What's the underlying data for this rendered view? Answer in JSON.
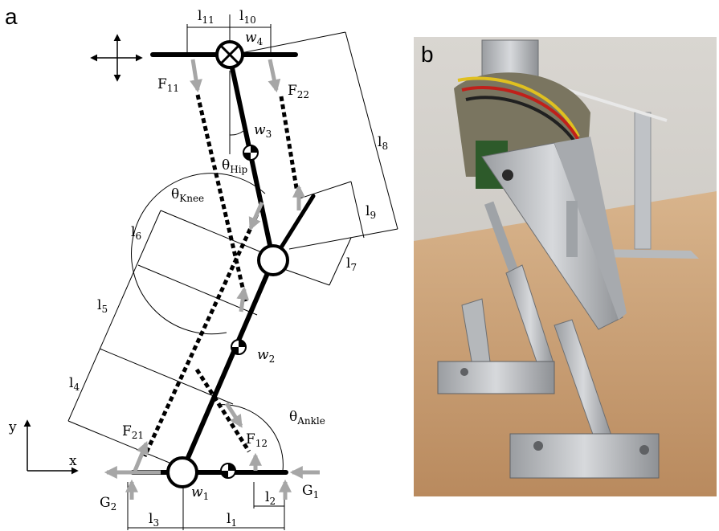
{
  "panels": {
    "a": "a",
    "b": "b"
  },
  "labels": {
    "l11": {
      "main": "l",
      "sub": "11"
    },
    "l10": {
      "main": "l",
      "sub": "10"
    },
    "l8": {
      "main": "l",
      "sub": "8"
    },
    "l9": {
      "main": "l",
      "sub": "9"
    },
    "l7": {
      "main": "l",
      "sub": "7"
    },
    "l6": {
      "main": "l",
      "sub": "6"
    },
    "l5": {
      "main": "l",
      "sub": "5"
    },
    "l4": {
      "main": "l",
      "sub": "4"
    },
    "l3": {
      "main": "l",
      "sub": "3"
    },
    "l1": {
      "main": "l",
      "sub": "1"
    },
    "l2": {
      "main": "l",
      "sub": "2"
    },
    "w4": {
      "main": "w",
      "sub": "4"
    },
    "w3": {
      "main": "w",
      "sub": "3"
    },
    "w2": {
      "main": "w",
      "sub": "2"
    },
    "w1": {
      "main": "w",
      "sub": "1"
    },
    "F11": {
      "main": "F",
      "sub": "11"
    },
    "F22": {
      "main": "F",
      "sub": "22"
    },
    "F21": {
      "main": "F",
      "sub": "21"
    },
    "F12": {
      "main": "F",
      "sub": "12"
    },
    "G1": {
      "main": "G",
      "sub": "1"
    },
    "G2": {
      "main": "G",
      "sub": "2"
    },
    "thetaHip": {
      "main": "θ",
      "sub": "Hip"
    },
    "thetaKnee": {
      "main": "θ",
      "sub": "Knee"
    },
    "thetaAnkle": {
      "main": "θ",
      "sub": "Ankle"
    }
  },
  "axes": {
    "x": "x",
    "y": "y"
  },
  "colors": {
    "link": "#000000",
    "force_arrow": "#a6a6a6",
    "photo_wall": "#cfccc7",
    "photo_table": "#c9a27a"
  }
}
